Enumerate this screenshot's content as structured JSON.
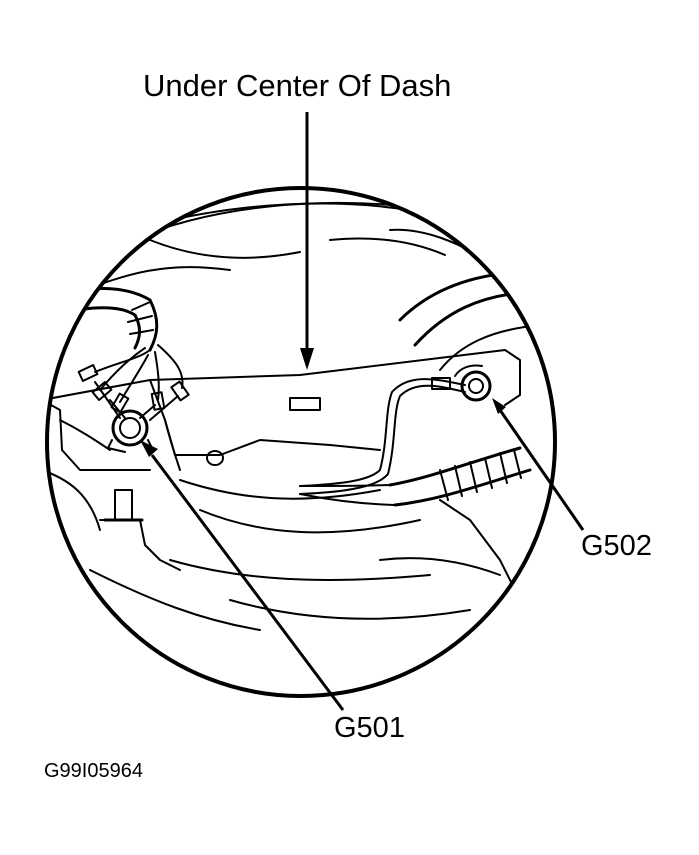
{
  "diagram": {
    "title": "Under Center Of Dash",
    "callouts": {
      "g502": "G502",
      "g501": "G501"
    },
    "figure_id": "G99I05964"
  },
  "colors": {
    "ink": "#000000",
    "paper": "#ffffff"
  }
}
